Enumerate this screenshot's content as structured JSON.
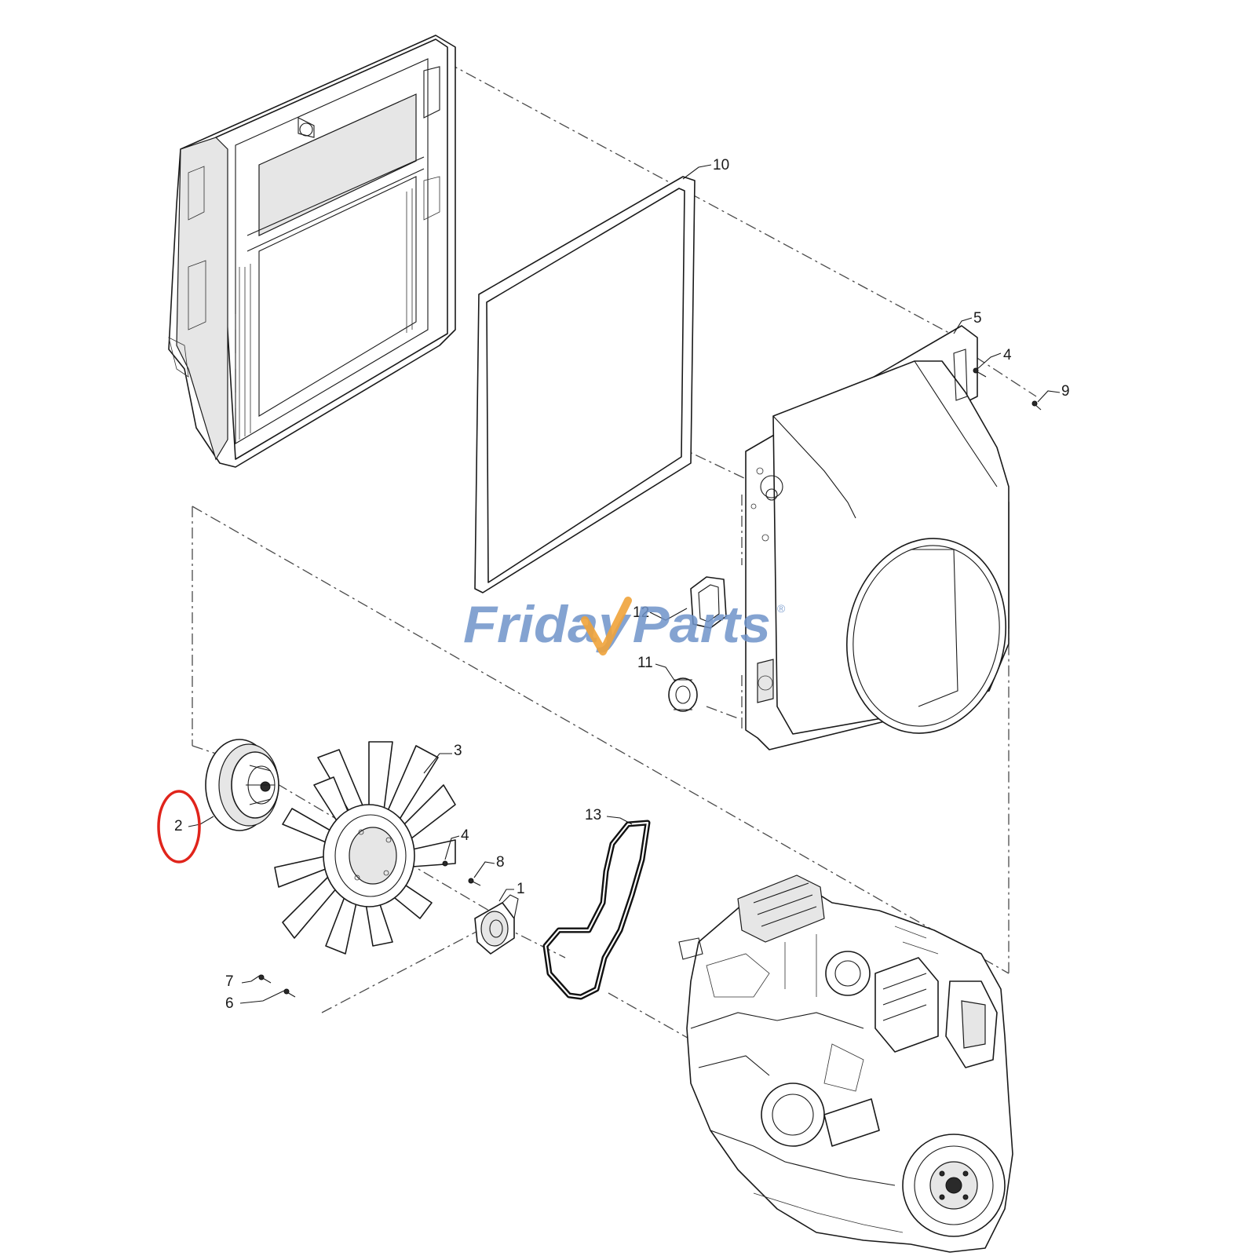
{
  "diagram": {
    "callouts": [
      {
        "id": "1",
        "text": "1"
      },
      {
        "id": "2",
        "text": "2"
      },
      {
        "id": "3",
        "text": "3"
      },
      {
        "id": "4a",
        "text": "4"
      },
      {
        "id": "4b",
        "text": "4"
      },
      {
        "id": "5",
        "text": "5"
      },
      {
        "id": "6",
        "text": "6"
      },
      {
        "id": "7",
        "text": "7"
      },
      {
        "id": "8",
        "text": "8"
      },
      {
        "id": "9",
        "text": "9"
      },
      {
        "id": "10",
        "text": "10"
      },
      {
        "id": "11",
        "text": "11"
      },
      {
        "id": "12",
        "text": "12"
      },
      {
        "id": "13",
        "text": "13"
      }
    ],
    "highlighted_callout": "2",
    "highlight_color": "#e0241b",
    "line_color": "#1a1a1a"
  },
  "watermark": {
    "brand_left": "Friday",
    "brand_right": "Parts",
    "registered": "®",
    "color": "#6f93c9",
    "accent_color": "#f0a33a"
  }
}
